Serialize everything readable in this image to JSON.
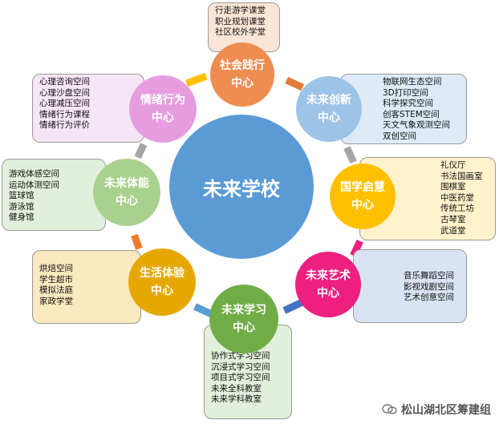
{
  "center": {
    "label": "未来学校",
    "color": "#5b9bd5"
  },
  "hubs": [
    {
      "id": "shehui",
      "line1": "社会践行",
      "line2": "中心",
      "color": "#ef8c4f",
      "box_bg": "#fbe5d6",
      "items": [
        "行走游学课堂",
        "职业规划课堂",
        "社区校外学堂"
      ]
    },
    {
      "id": "chuangxin",
      "line1": "未来创新",
      "line2": "中心",
      "color": "#9dc3e6",
      "box_bg": "#deebf7",
      "items": [
        "物联网生态空间",
        "3D打印空间",
        "科学探究空间",
        "创客STEM空间",
        "天文气象观测空间",
        "双创空间"
      ]
    },
    {
      "id": "guoxue",
      "line1": "国学启慧",
      "line2": "中心",
      "color": "#ffc000",
      "box_bg": "#fff2cc",
      "items": [
        "礼仪厅",
        "书法国画室",
        "围棋室",
        "中医药堂",
        "传统工坊",
        "古琴室",
        "武道堂"
      ]
    },
    {
      "id": "yishu",
      "line1": "未来艺术",
      "line2": "中心",
      "color": "#ed1f7f",
      "box_bg": "#dae3f3",
      "items": [
        "音乐舞蹈空间",
        "影视戏剧空间",
        "艺术创意空间"
      ]
    },
    {
      "id": "xuexi",
      "line1": "未来学习",
      "line2": "中心",
      "color": "#70ad47",
      "box_bg": "#e2efda",
      "items": [
        "协作式学习空间",
        "沉浸式学习空间",
        "项目式学习空间",
        "未来全科教室",
        "未来学科教室"
      ]
    },
    {
      "id": "shenghuo",
      "line1": "生活体验",
      "line2": "中心",
      "color": "#e6a800",
      "box_bg": "#fbe9bf",
      "items": [
        "烘焙空间",
        "学生超市",
        "模拟法庭",
        "家政学堂"
      ]
    },
    {
      "id": "tineng",
      "line1": "未来体能",
      "line2": "中心",
      "color": "#a9d18e",
      "box_bg": "#e2efda",
      "items": [
        "游戏体感空间",
        "运动体测空间",
        "篮球馆",
        "游泳馆",
        "健身馆"
      ]
    },
    {
      "id": "qingxu",
      "line1": "情绪行为",
      "line2": "中心",
      "color": "#e69de0",
      "box_bg": "#f5e6f5",
      "items": [
        "心理咨询空间",
        "心理沙盘空间",
        "心理减压空间",
        "情绪行为课程",
        "情绪行为评价"
      ]
    }
  ],
  "watermark": {
    "text": "松山湖北区筹建组"
  }
}
